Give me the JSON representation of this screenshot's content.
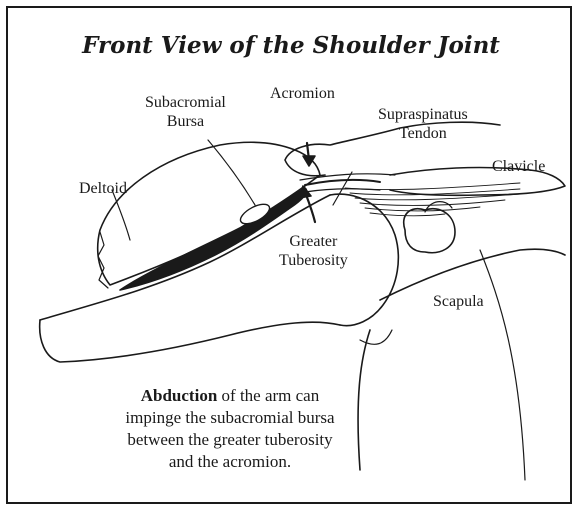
{
  "title": "Front View of the Shoulder Joint",
  "labels": {
    "subacromial_bursa_line1": "Subacromial",
    "subacromial_bursa_line2": "Bursa",
    "acromion": "Acromion",
    "supraspinatus_line1": "Supraspinatus",
    "supraspinatus_line2": "Tendon",
    "clavicle": "Clavicle",
    "deltoid": "Deltoid",
    "greater_tuberosity_line1": "Greater",
    "greater_tuberosity_line2": "Tuberosity",
    "scapula": "Scapula"
  },
  "caption": {
    "bold": "Abduction",
    "line1_rest": " of the arm can",
    "line2": "impinge the subacromial bursa",
    "line3": "between the greater tuberosity",
    "line4": "and the acromion."
  },
  "colors": {
    "ink": "#1a1a1a",
    "background": "#ffffff"
  }
}
